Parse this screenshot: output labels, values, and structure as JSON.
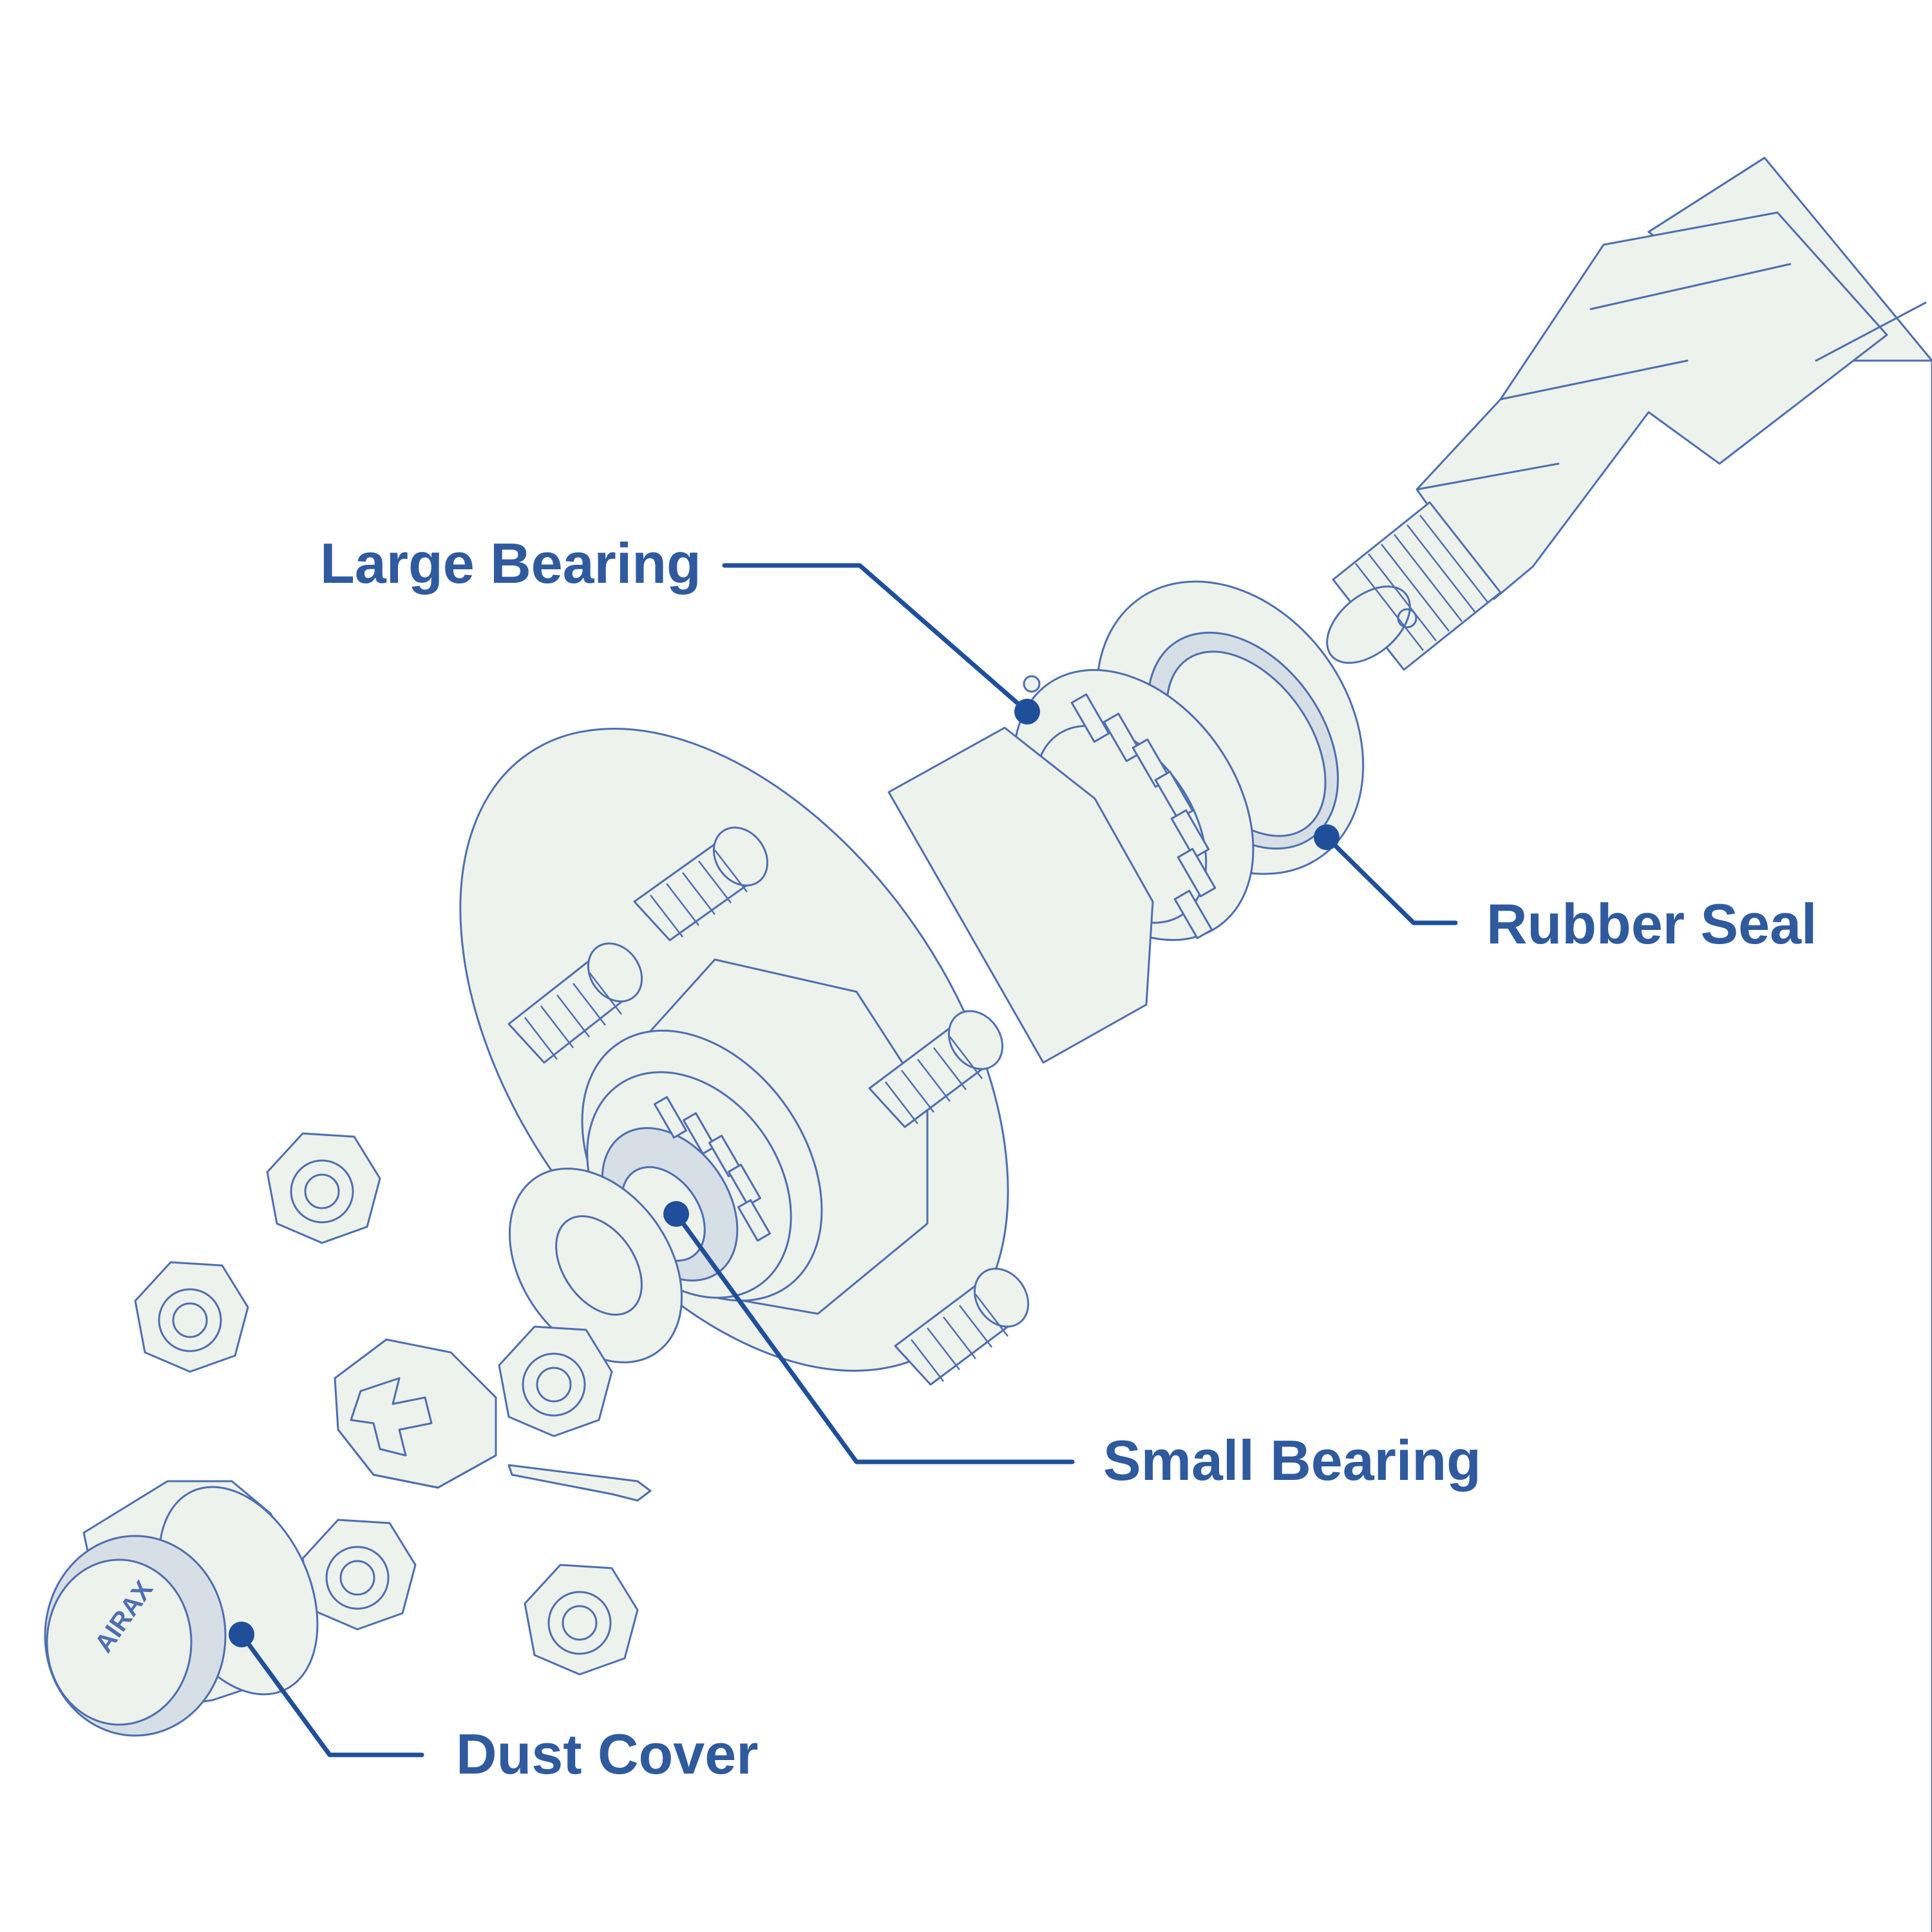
{
  "labels": {
    "large_bearing": "Large Bearing",
    "rubber_seal": "Rubber Seal",
    "small_bearing": "Small Bearing",
    "dust_cover": "Dust Cover"
  },
  "dust_cover_mark": "AIRAX",
  "colors": {
    "line": "#4d6fb0",
    "label": "#2f5a9e",
    "leader": "#1f4f9a",
    "part_fill": "#eef2ec"
  }
}
